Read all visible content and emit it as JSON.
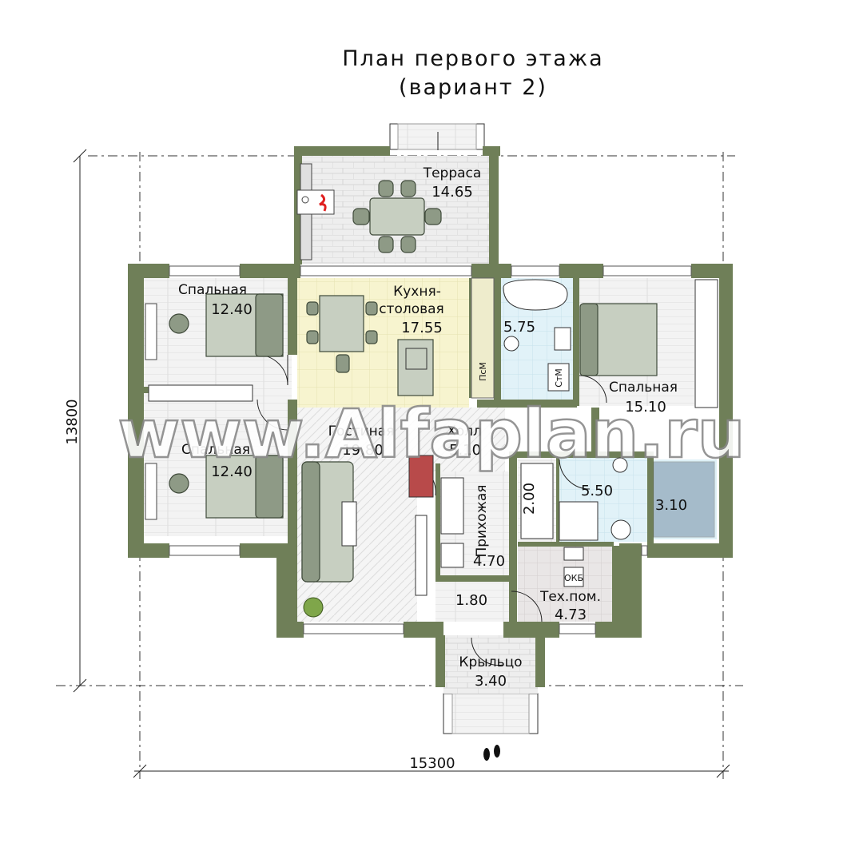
{
  "title": {
    "line1": "План первого этажа",
    "line2": "(вариант 2)"
  },
  "dimensions": {
    "width": "15300",
    "height": "13800"
  },
  "watermark": "www.Alfaplan.ru",
  "rooms": [
    {
      "id": "terrace",
      "name": "Терраса",
      "area": "14.65"
    },
    {
      "id": "bedroom-1",
      "name": "Спальная",
      "area": "12.40"
    },
    {
      "id": "kitchen",
      "name_line1": "Кухня-",
      "name_line2": "столовая",
      "area": "17.55"
    },
    {
      "id": "bath-1",
      "name": "",
      "area": "5.75"
    },
    {
      "id": "bedroom-3",
      "name": "Спальная",
      "area": "15.10"
    },
    {
      "id": "living",
      "name": "Гостиная",
      "area": "19.80"
    },
    {
      "id": "hall",
      "name": "Холл",
      "area": "5.10"
    },
    {
      "id": "bedroom-2",
      "name": "Спальная",
      "area": "12.40"
    },
    {
      "id": "wardrobe",
      "name": "",
      "area": "2.00"
    },
    {
      "id": "bath-2",
      "name": "",
      "area": "5.50"
    },
    {
      "id": "sauna",
      "name": "",
      "area": "3.10"
    },
    {
      "id": "entry",
      "name": "Прихожая",
      "area": "4.70"
    },
    {
      "id": "storage",
      "name": "",
      "area": "1.80"
    },
    {
      "id": "tech",
      "name": "Тех.пом.",
      "area": "4.73"
    },
    {
      "id": "porch",
      "name": "Крыльцо",
      "area": "3.40"
    }
  ],
  "appliance_labels": {
    "dishwasher": "ПсМ",
    "washer": "СтМ",
    "boiler": "ОКБ"
  },
  "colors": {
    "wall": "#6f7f58",
    "kitchen_floor": "#f6f3c9",
    "bath_floor": "#dff1f7",
    "floor": "#f1f1f1",
    "terrace_floor": "#ececec"
  }
}
